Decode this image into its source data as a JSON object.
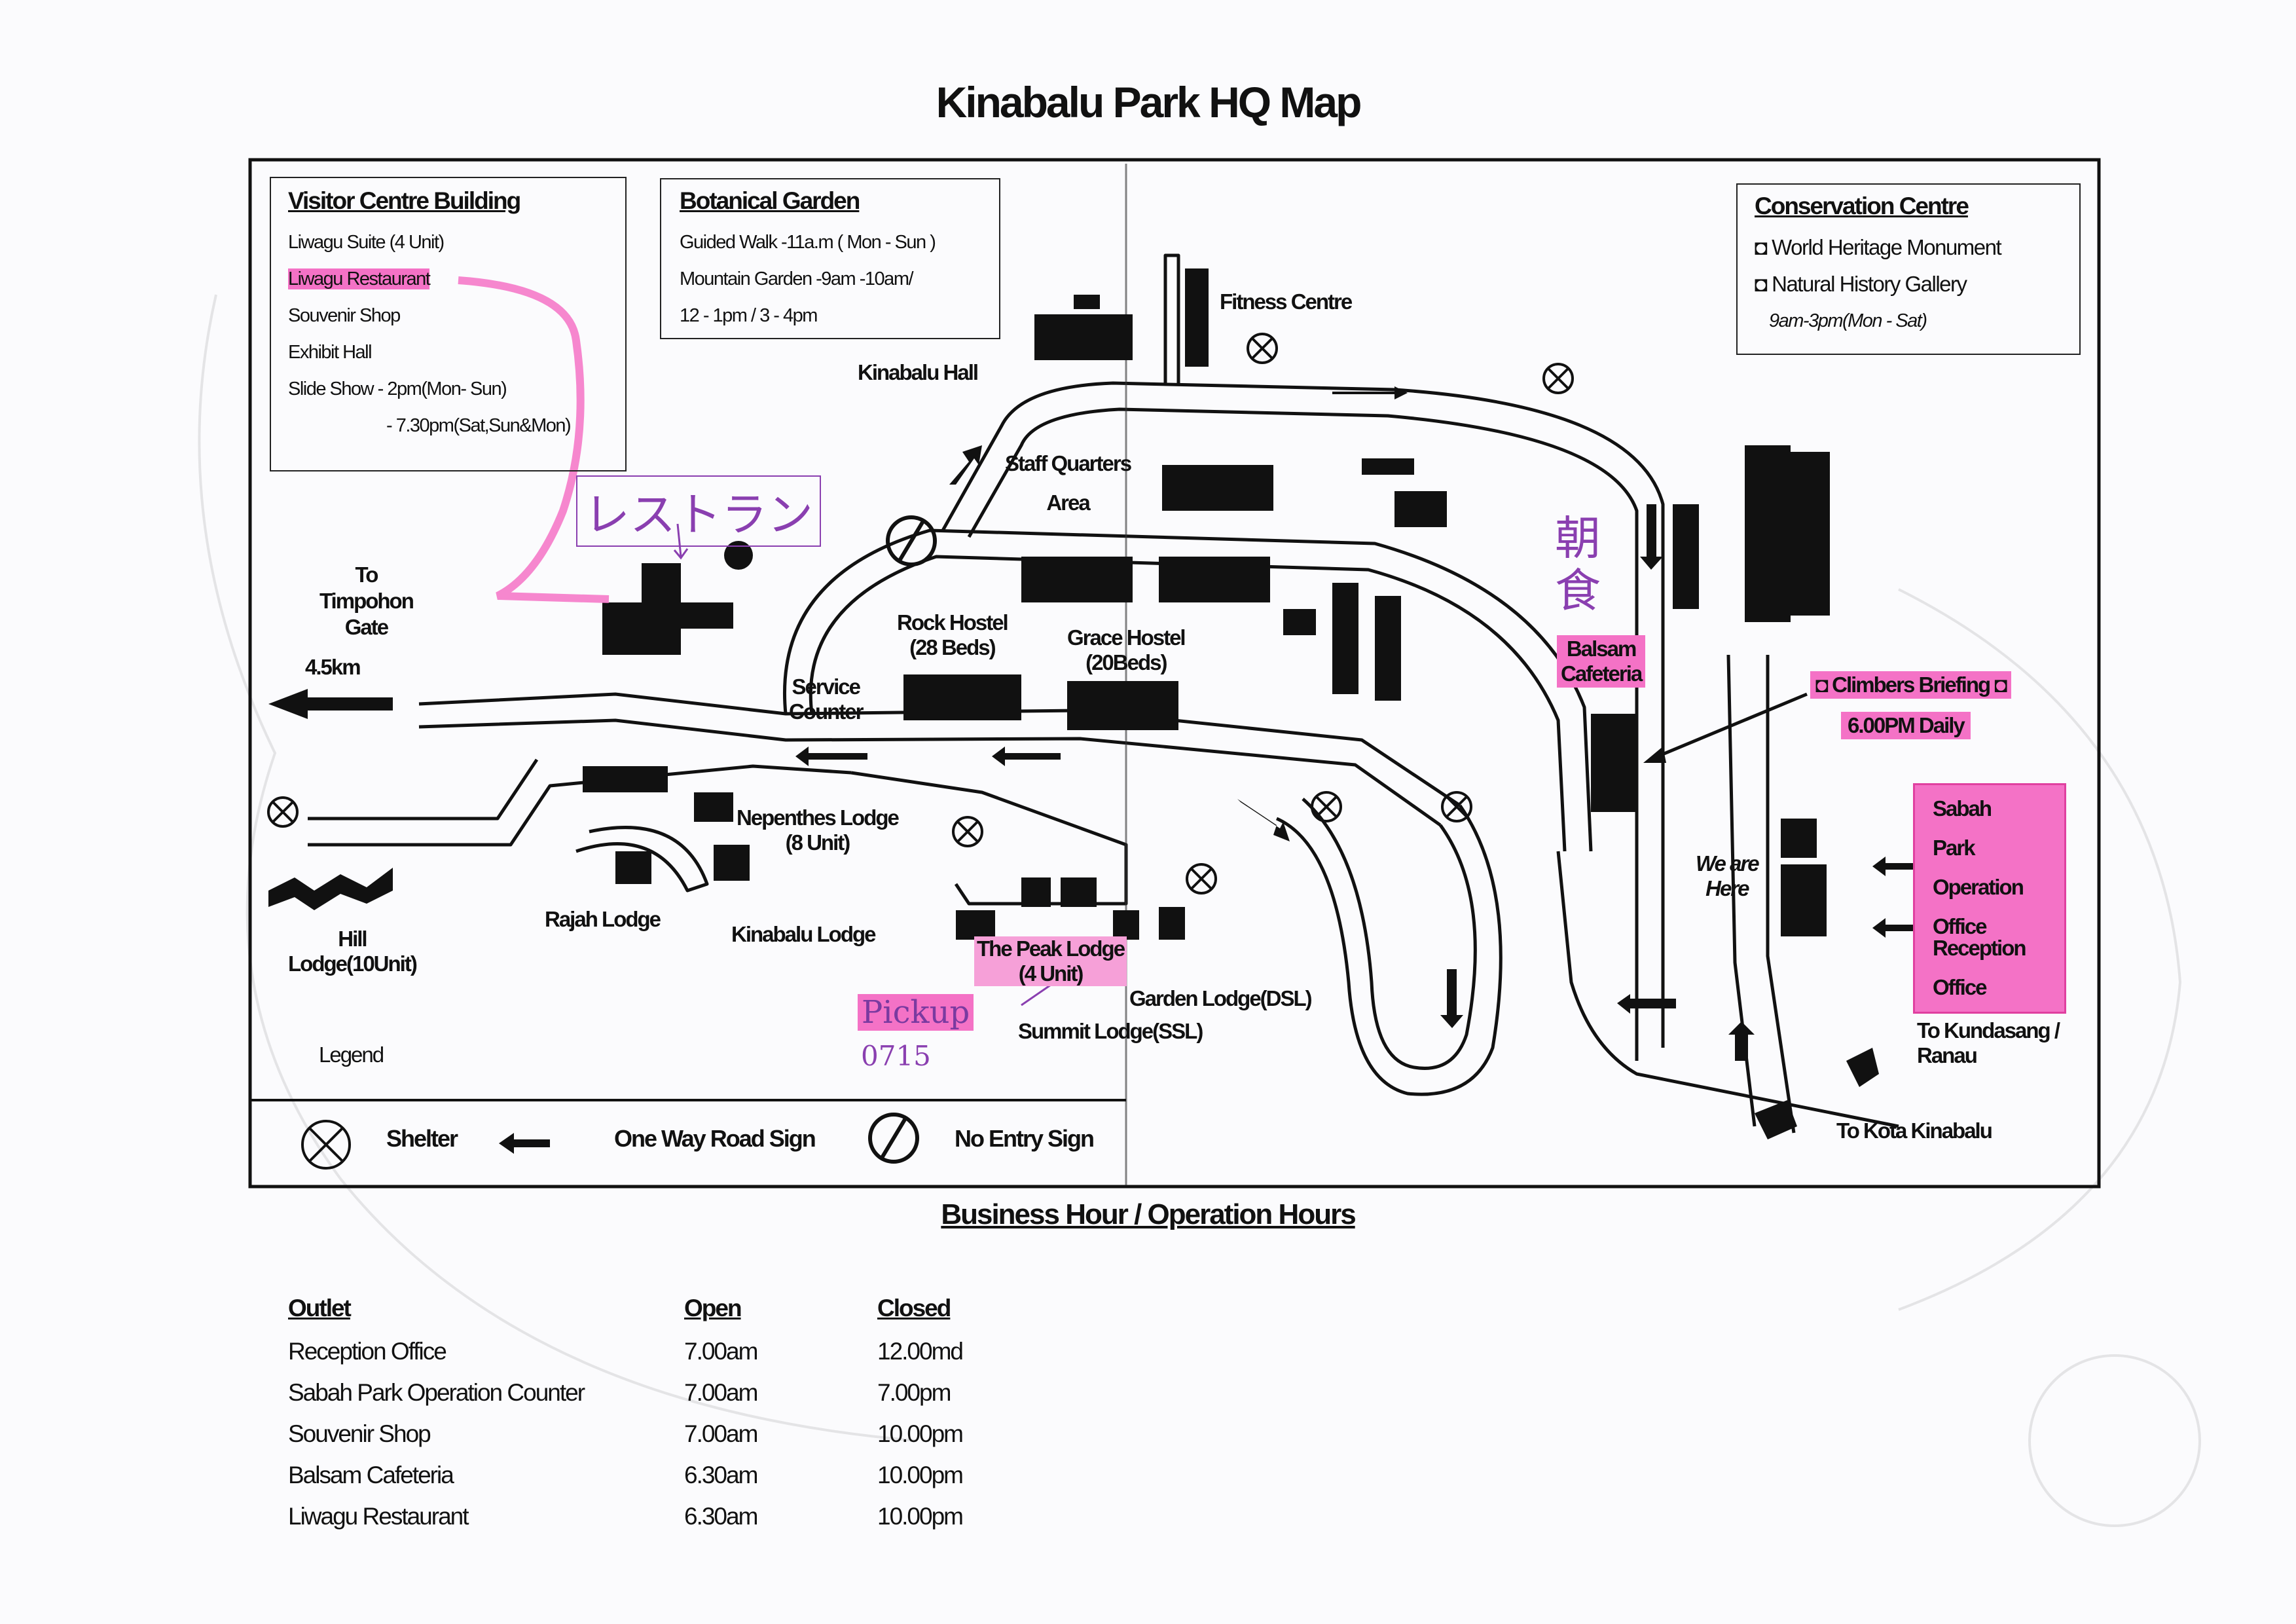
{
  "title": "Kinabalu Park HQ Map",
  "visitor_centre": {
    "heading": "Visitor Centre Building",
    "items": [
      "Liwagu Suite (4 Unit)",
      "Liwagu Restaurant",
      "Souvenir Shop",
      "Exhibit Hall",
      "Slide Show - 2pm(Mon- Sun)",
      "- 7.30pm(Sat,Sun&Mon)"
    ]
  },
  "botanical_garden": {
    "heading": "Botanical Garden",
    "items": [
      "Guided Walk -11a.m ( Mon - Sun )",
      "Mountain Garden -9am -10am/",
      "12 - 1pm / 3 - 4pm"
    ]
  },
  "conservation_centre": {
    "heading": "Conservation Centre",
    "items": [
      "World Heritage Monument",
      "Natural History Gallery",
      "9am-3pm(Mon - Sat)"
    ]
  },
  "labels": {
    "fitness_centre": "Fitness Centre",
    "kinabalu_hall": "Kinabalu Hall",
    "staff_quarters": "Staff Quarters\nArea",
    "to_timpohon": "To\nTimpohon\nGate",
    "timpohon_distance": "4.5km",
    "rock_hostel": "Rock Hostel\n(28 Beds)",
    "grace_hostel": "Grace Hostel\n(20Beds)",
    "service_counter": "Service\nCounter",
    "balsam_cafeteria": "Balsam\nCafeteria",
    "climbers_briefing": "Climbers Briefing",
    "climbers_time": "6.00PM Daily",
    "nepenthes_lodge": "Nepenthes Lodge\n(8 Unit)",
    "rajah_lodge": "Rajah Lodge",
    "hill_lodge": "Hill\nLodge(10Unit)",
    "kinabalu_lodge": "Kinabalu Lodge",
    "peak_lodge": "The Peak Lodge\n(4 Unit)",
    "garden_lodge": "Garden Lodge(DSL)",
    "summit_lodge": "Summit Lodge(SSL)",
    "we_are_here": "We are\nHere",
    "sabah_park_office": "Sabah\nPark\nOperation\nOffice",
    "reception_office": "Reception\nOffice",
    "to_kundasang": "To Kundasang /\nRanau",
    "to_kota_kinabalu": "To Kota Kinabalu",
    "legend": "Legend"
  },
  "legend_items": {
    "shelter": "Shelter",
    "one_way": "One Way Road Sign",
    "no_entry": "No Entry Sign"
  },
  "handwritten": {
    "restaurant_jp": "レストラン",
    "breakfast_jp": "朝食",
    "pickup": "Pickup",
    "pickup_time": "0715"
  },
  "hours": {
    "title": "Business Hour / Operation Hours",
    "headers": [
      "Outlet",
      "Open",
      "Closed"
    ],
    "rows": [
      [
        "Reception Office",
        "7.00am",
        "12.00md"
      ],
      [
        "Sabah Park Operation Counter",
        "7.00am",
        "7.00pm"
      ],
      [
        "Souvenir Shop",
        "7.00am",
        "10.00pm"
      ],
      [
        "Balsam Cafeteria",
        "6.30am",
        "10.00pm"
      ],
      [
        "Liwagu Restaurant",
        "6.30am",
        "10.00pm"
      ]
    ]
  },
  "colors": {
    "highlight": "#f472c6",
    "ink": "#111111",
    "pen": "#8a3fb0"
  }
}
